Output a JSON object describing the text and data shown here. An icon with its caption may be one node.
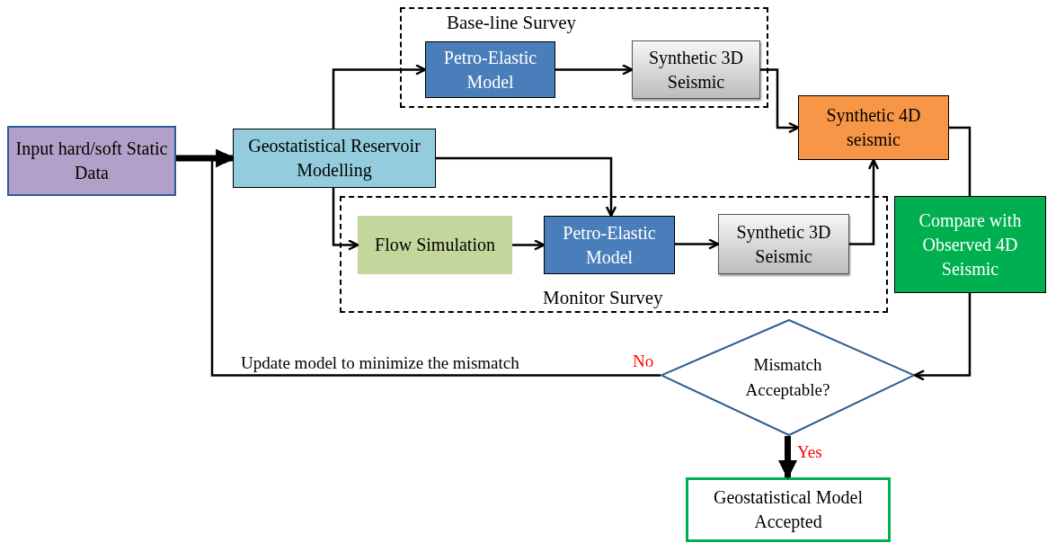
{
  "diagram": {
    "nodes": [
      {
        "text": [
          "Input hard/soft Static Data"
        ]
      },
      {
        "text": [
          "Geostatistical Reservoir Modelling"
        ]
      },
      {
        "text": [
          "Base-line Survey"
        ]
      },
      {
        "text": [
          "Petro-Elastic Model"
        ],
        "in": 2
      },
      {
        "text": [
          "Synthetic 3D Seismic"
        ],
        "in": 2
      },
      {
        "text": [
          "Synthetic 4D seismic"
        ]
      },
      {
        "text": [
          "Monitor Survey"
        ]
      },
      {
        "text": [
          "Flow Simulation"
        ],
        "in": 6
      },
      {
        "text": [
          "Petro-Elastic Model"
        ],
        "in": 6
      },
      {
        "text": [
          "Synthetic 3D Seismic"
        ],
        "in": 6
      },
      {
        "text": [
          "Compare with Observed 4D Seismic"
        ]
      },
      {
        "text": [
          "Mismatch Acceptable?"
        ]
      },
      {
        "text": [
          "Geostatistical Model Accepted"
        ]
      }
    ],
    "edges": [
      {
        "from": 0,
        "to": 1,
        "arrow": "to",
        "style": "thick"
      },
      {
        "from": 1,
        "to": 3,
        "arrow": "to"
      },
      {
        "from": 1,
        "to": 7,
        "arrow": "to"
      },
      {
        "from": 1,
        "to": 8,
        "arrow": "to"
      },
      {
        "from": 3,
        "to": 4,
        "arrow": "to"
      },
      {
        "from": 4,
        "to": 5,
        "arrow": "to"
      },
      {
        "from": 7,
        "to": 8,
        "arrow": "to"
      },
      {
        "from": 8,
        "to": 9,
        "arrow": "to"
      },
      {
        "from": 9,
        "to": 5,
        "arrow": "to"
      },
      {
        "from": 5,
        "to": 10,
        "arrow": "none"
      },
      {
        "from": 10,
        "to": 11,
        "arrow": "to"
      },
      {
        "from": 11,
        "to": 1,
        "arrow": "to",
        "label": "Update model to minimize the mismatch"
      },
      {
        "from": 11,
        "to": 12,
        "arrow": "to",
        "style": "thick"
      }
    ],
    "labels": [
      "No",
      "Yes"
    ]
  }
}
